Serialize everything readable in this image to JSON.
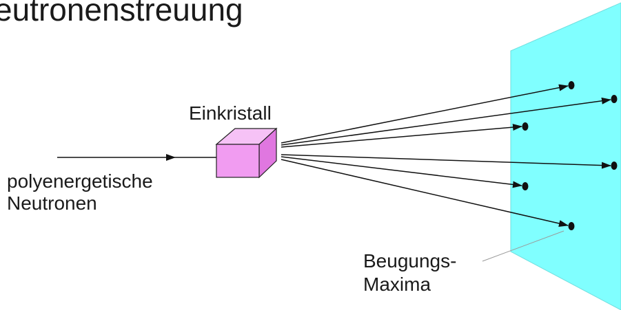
{
  "title": "eutronenstreuung",
  "crystal_label": "Einkristall",
  "neutron_label_lines": [
    "polyenergetische",
    "Neutronen"
  ],
  "maxima_label_lines": [
    "Beugungs-",
    "Maxima"
  ],
  "colors": {
    "screen_fill": "#80ffff",
    "crystal_front": "#f19cf1",
    "crystal_top": "#f6c2f6",
    "crystal_side": "#e077e0",
    "ink": "#111111"
  }
}
